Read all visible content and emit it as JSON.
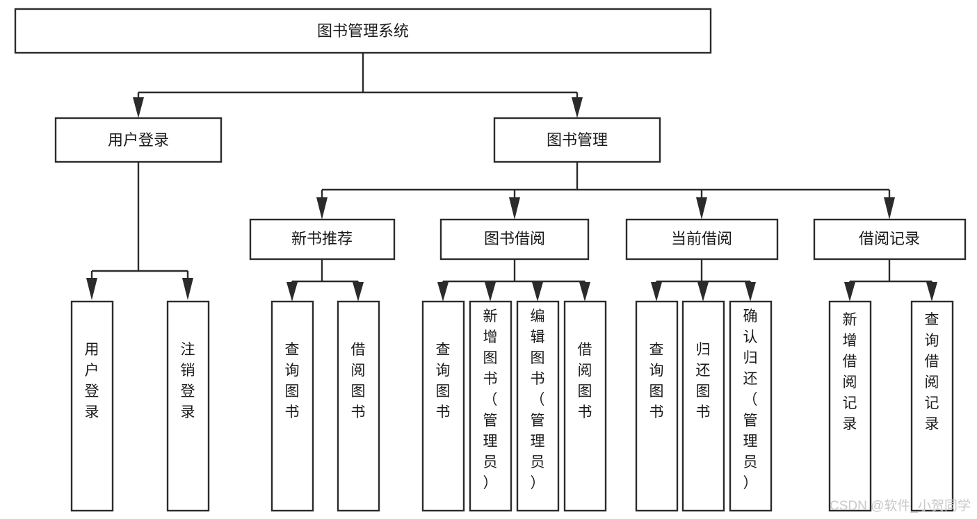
{
  "diagram": {
    "type": "tree-hierarchy-chart",
    "title": "图书管理系统",
    "watermark": "CSDN @软件_小贺同学",
    "colors": {
      "stroke": "#2b2b2b",
      "fill": "#ffffff",
      "text": "#1a1a1a",
      "watermark": "#c8c8c8",
      "background": "#ffffff"
    },
    "levels": {
      "root": "图书管理系统",
      "level2": [
        "用户登录",
        "图书管理"
      ],
      "level3": [
        "新书推荐",
        "图书借阅",
        "当前借阅",
        "借阅记录"
      ]
    },
    "nodes": {
      "root": {
        "label": "图书管理系统",
        "orientation": "horizontal"
      },
      "n_user_login": {
        "label": "用户登录",
        "orientation": "horizontal"
      },
      "n_book_mgmt": {
        "label": "图书管理",
        "orientation": "horizontal"
      },
      "n_new_books": {
        "label": "新书推荐",
        "orientation": "horizontal"
      },
      "n_borrow": {
        "label": "图书借阅",
        "orientation": "horizontal"
      },
      "n_current": {
        "label": "当前借阅",
        "orientation": "horizontal"
      },
      "n_records": {
        "label": "借阅记录",
        "orientation": "horizontal"
      },
      "l_user_login": {
        "label": "用户登录",
        "orientation": "vertical"
      },
      "l_logout": {
        "label": "注销登录",
        "orientation": "vertical"
      },
      "l_query_book_1": {
        "label": "查询图书",
        "orientation": "vertical"
      },
      "l_borrow_book_1": {
        "label": "借阅图书",
        "orientation": "vertical"
      },
      "l_query_book_2": {
        "label": "查询图书",
        "orientation": "vertical"
      },
      "l_add_book": {
        "label": "新增图书（管理员）",
        "orientation": "vertical"
      },
      "l_edit_book": {
        "label": "编辑图书（管理员）",
        "orientation": "vertical"
      },
      "l_borrow_book_2": {
        "label": "借阅图书",
        "orientation": "vertical"
      },
      "l_query_book_3": {
        "label": "查询图书",
        "orientation": "vertical"
      },
      "l_return_book": {
        "label": "归还图书",
        "orientation": "vertical"
      },
      "l_confirm_return": {
        "label": "确认归还（管理员）",
        "orientation": "vertical"
      },
      "l_add_record": {
        "label": "新增借阅记录",
        "orientation": "vertical"
      },
      "l_query_record": {
        "label": "查询借阅记录",
        "orientation": "vertical"
      }
    },
    "edges": [
      {
        "from": "root",
        "to": "n_user_login"
      },
      {
        "from": "root",
        "to": "n_book_mgmt"
      },
      {
        "from": "n_user_login",
        "to": "l_user_login"
      },
      {
        "from": "n_user_login",
        "to": "l_logout"
      },
      {
        "from": "n_book_mgmt",
        "to": "n_new_books"
      },
      {
        "from": "n_book_mgmt",
        "to": "n_borrow"
      },
      {
        "from": "n_book_mgmt",
        "to": "n_current"
      },
      {
        "from": "n_book_mgmt",
        "to": "n_records"
      },
      {
        "from": "n_new_books",
        "to": "l_query_book_1"
      },
      {
        "from": "n_new_books",
        "to": "l_borrow_book_1"
      },
      {
        "from": "n_borrow",
        "to": "l_query_book_2"
      },
      {
        "from": "n_borrow",
        "to": "l_add_book"
      },
      {
        "from": "n_borrow",
        "to": "l_edit_book"
      },
      {
        "from": "n_borrow",
        "to": "l_borrow_book_2"
      },
      {
        "from": "n_current",
        "to": "l_query_book_3"
      },
      {
        "from": "n_current",
        "to": "l_return_book"
      },
      {
        "from": "n_current",
        "to": "l_confirm_return"
      },
      {
        "from": "n_records",
        "to": "l_add_record"
      },
      {
        "from": "n_records",
        "to": "l_query_record"
      }
    ]
  }
}
